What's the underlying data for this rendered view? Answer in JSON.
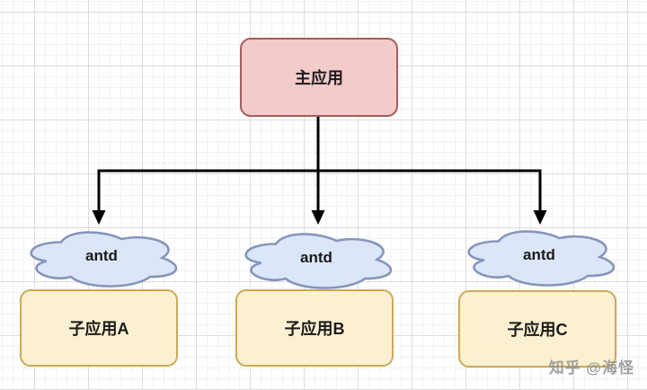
{
  "diagram": {
    "root": {
      "label": "主应用"
    },
    "clouds": [
      {
        "label": "antd"
      },
      {
        "label": "antd"
      },
      {
        "label": "antd"
      }
    ],
    "apps": [
      {
        "label": "子应用A"
      },
      {
        "label": "子应用B"
      },
      {
        "label": "子应用C"
      }
    ],
    "watermark": "知乎 @海怪",
    "colors": {
      "root_fill": "#f3cbca",
      "root_border": "#a65b5b",
      "cloud_fill": "#dbe7f8",
      "cloud_border": "#8595ba",
      "app_fill": "#fbf1d2",
      "app_border": "#ccaa55",
      "arrow": "#000000",
      "label": "#1a1a1a",
      "watermark": "#909090"
    }
  }
}
